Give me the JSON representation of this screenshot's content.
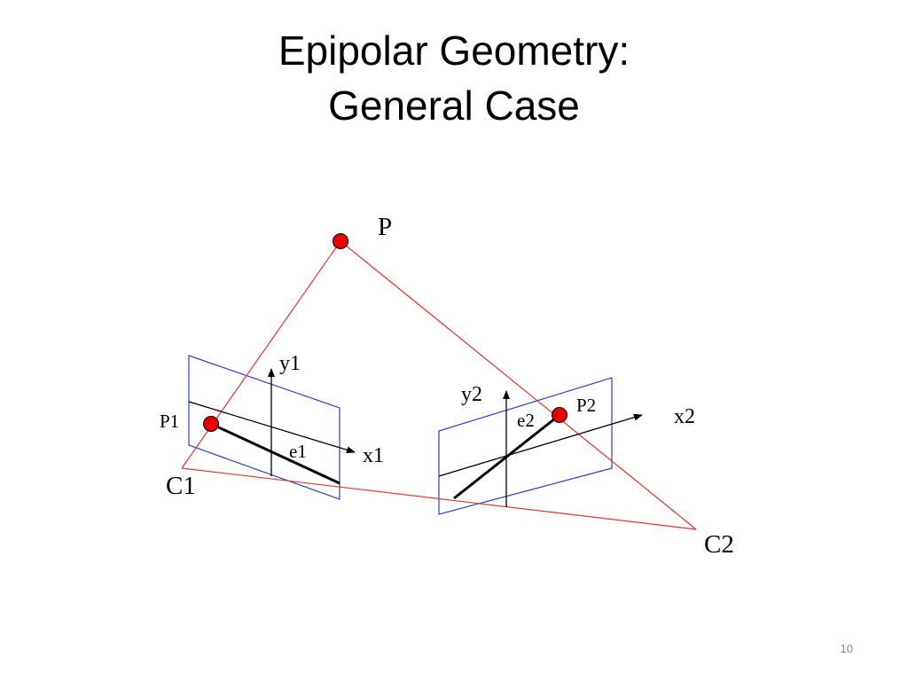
{
  "slide": {
    "title_line1": "Epipolar Geometry:",
    "title_line2": "General Case",
    "page_number": "10"
  },
  "diagram": {
    "labels": {
      "point": "P",
      "camera1": "C1",
      "camera2": "C2",
      "image_point1": "P1",
      "image_point2": "P2",
      "epipole1": "e1",
      "epipole2": "e2",
      "x_axis1": "x1",
      "y_axis1": "y1",
      "x_axis2": "x2",
      "y_axis2": "y2"
    },
    "colors": {
      "ray": "#e8322e",
      "image_plane": "#2b3fd0",
      "point_fill": "#e60000",
      "axes": "#000000"
    }
  }
}
